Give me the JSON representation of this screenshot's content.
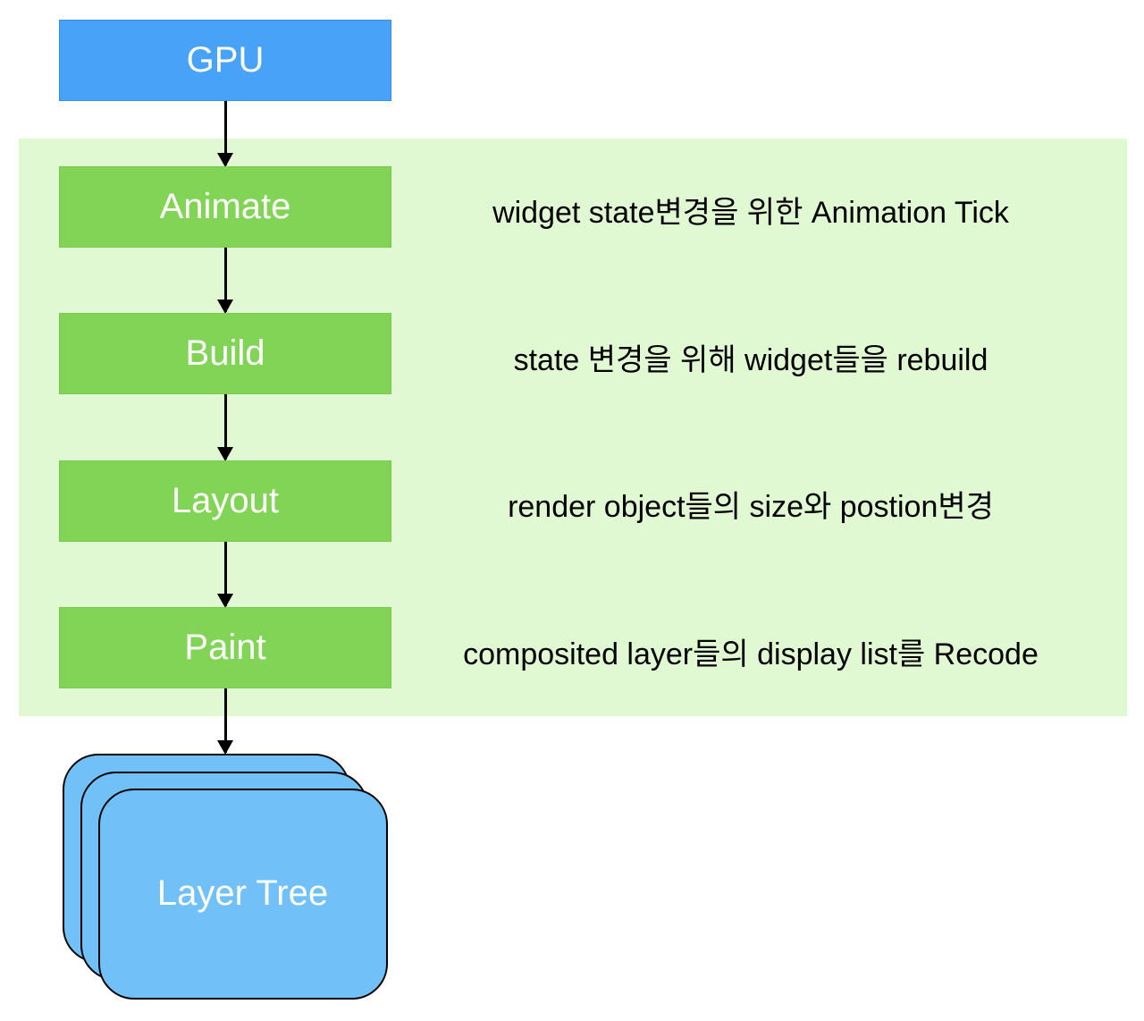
{
  "diagram": {
    "title": "Flutter rendering pipeline",
    "source_node": {
      "label": "GPU",
      "color": "#47a2f8"
    },
    "group_color": "#e1f9d2",
    "stages": [
      {
        "label": "Animate",
        "description": "widget state변경을 위한 Animation Tick"
      },
      {
        "label": "Build",
        "description": "state 변경을 위해 widget들을 rebuild"
      },
      {
        "label": "Layout",
        "description": "render object들의 size와 postion변경"
      },
      {
        "label": "Paint",
        "description": "composited layer들의 display list를 Recode"
      }
    ],
    "stage_color": "#82d457",
    "output_node": {
      "label": "Layer Tree",
      "color": "#72c0f8"
    }
  }
}
